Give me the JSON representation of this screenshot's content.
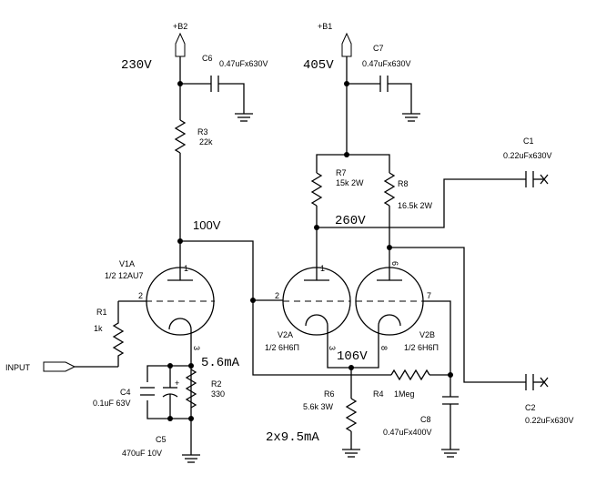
{
  "rails": {
    "b2": "+B2",
    "b1": "+B1"
  },
  "voltages": {
    "b2_rail": "230V",
    "b1_rail": "405V",
    "v1_plate": "100V",
    "v2_plate": "260V",
    "v1_cathode_current": "5.6mA",
    "v2_cathode": "106V",
    "v2_current": "2x9.5mA"
  },
  "components": {
    "c6": {
      "ref": "C6",
      "value": "0.47uFx630V"
    },
    "c7": {
      "ref": "C7",
      "value": "0.47uFx630V"
    },
    "r3": {
      "ref": "R3",
      "value": "22k"
    },
    "r7": {
      "ref": "R7",
      "value": "15k 2W"
    },
    "r8": {
      "ref": "R8",
      "value": "16.5k 2W"
    },
    "c1": {
      "ref": "C1",
      "value": "0.22uFx630V"
    },
    "c2": {
      "ref": "C2",
      "value": "0.22uFx630V"
    },
    "v1a": {
      "ref": "V1A",
      "value": "1/2 12AU7"
    },
    "v2a": {
      "ref": "V2A",
      "value": "1/2 6H6П"
    },
    "v2b": {
      "ref": "V2B",
      "value": "1/2 6H6П"
    },
    "r1": {
      "ref": "R1",
      "value": "1k"
    },
    "r2": {
      "ref": "R2",
      "value": "330"
    },
    "c4": {
      "ref": "C4",
      "value": "0.1uF 63V"
    },
    "c5": {
      "ref": "C5",
      "value": "470uF 10V"
    },
    "r6": {
      "ref": "R6",
      "value": "5.6k 3W"
    },
    "r4": {
      "ref": "R4",
      "value": "1Meg"
    },
    "c8": {
      "ref": "C8",
      "value": "0.47uFx400V"
    }
  },
  "input_label": "INPUT",
  "pins": {
    "p1": "1",
    "p2": "2",
    "p3": "3",
    "p6": "6",
    "p7": "7",
    "p8": "8"
  }
}
